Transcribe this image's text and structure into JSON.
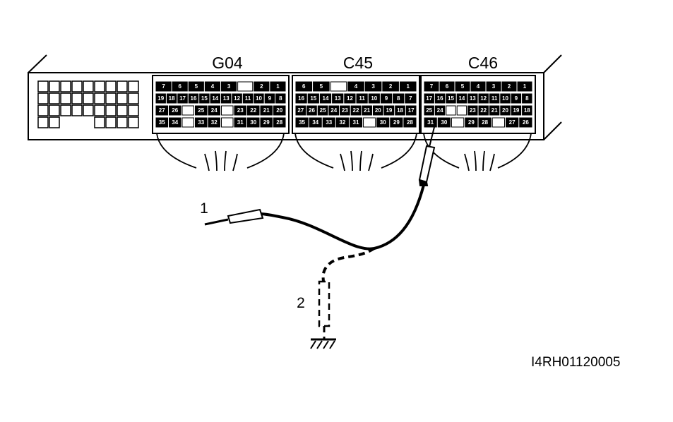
{
  "connectors": [
    {
      "label": "G04",
      "rows": [
        [
          "7",
          "6",
          "5",
          "4",
          "3",
          "",
          "2",
          "1"
        ],
        [
          "19",
          "18",
          "17",
          "16",
          "15",
          "14",
          "13",
          "12",
          "11",
          "10",
          "9",
          "8"
        ],
        [
          "27",
          "26",
          "",
          "25",
          "24",
          "",
          "23",
          "22",
          "21",
          "20"
        ],
        [
          "35",
          "34",
          "",
          "33",
          "32",
          "",
          "31",
          "30",
          "29",
          "28"
        ]
      ]
    },
    {
      "label": "C45",
      "rows": [
        [
          "6",
          "5",
          "",
          "4",
          "3",
          "2",
          "1"
        ],
        [
          "16",
          "15",
          "14",
          "13",
          "12",
          "11",
          "10",
          "9",
          "8",
          "7"
        ],
        [
          "27",
          "26",
          "25",
          "24",
          "23",
          "22",
          "21",
          "20",
          "19",
          "18",
          "17"
        ],
        [
          "35",
          "34",
          "33",
          "32",
          "31",
          "",
          "30",
          "29",
          "28"
        ]
      ]
    },
    {
      "label": "C46",
      "rows": [
        [
          "7",
          "6",
          "5",
          "4",
          "3",
          "2",
          "1"
        ],
        [
          "17",
          "16",
          "15",
          "14",
          "13",
          "12",
          "11",
          "10",
          "9",
          "8"
        ],
        [
          "25",
          "24",
          "",
          "",
          "23",
          "22",
          "21",
          "20",
          "19",
          "18"
        ],
        [
          "31",
          "30",
          "",
          "29",
          "28",
          "",
          "27",
          "26"
        ]
      ]
    }
  ],
  "callouts": {
    "probe": "1",
    "ground_lead": "2"
  },
  "figure_id": "I4RH01120005"
}
